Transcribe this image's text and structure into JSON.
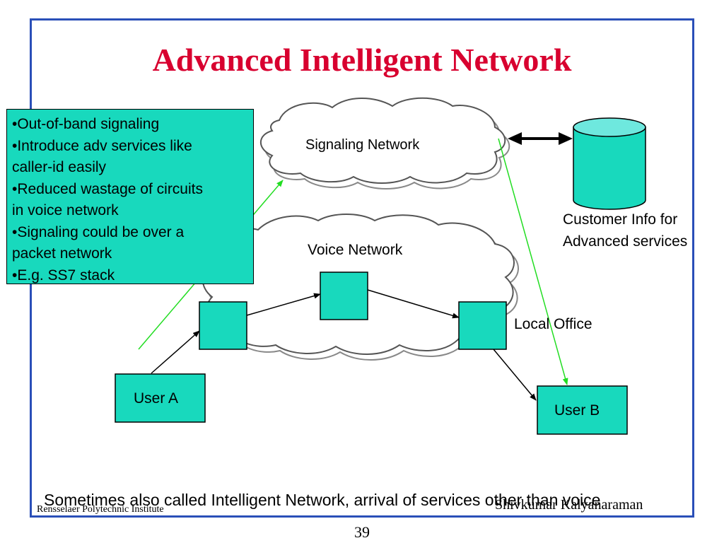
{
  "slide": {
    "title": "Advanced Intelligent Network",
    "note": "Sometimes also called Intelligent Network, arrival of services other than voice",
    "footer_left": "Rensselaer Polytechnic Institute",
    "footer_right": "Shivkumar Kalyanaraman",
    "page_number": "39"
  },
  "diagram": {
    "signaling_network": "Signaling Network",
    "voice_network": "Voice Network",
    "local_office": "Local Office",
    "user_a": "User A",
    "user_b": "User B",
    "database_label_line1": "Customer Info for",
    "database_label_line2": "Advanced services"
  },
  "bullets": [
    "•Out-of-band signaling",
    "•Introduce adv services like",
    "caller-id easily",
    "•Reduced wastage of circuits",
    "in voice network",
    "•Signaling could be over a",
    "packet network",
    "•E.g. SS7 stack"
  ],
  "colors": {
    "title": "#d8002f",
    "fill": "#18d9bd",
    "frame": "#2a4fb8",
    "signal_line": "#22dd22"
  }
}
